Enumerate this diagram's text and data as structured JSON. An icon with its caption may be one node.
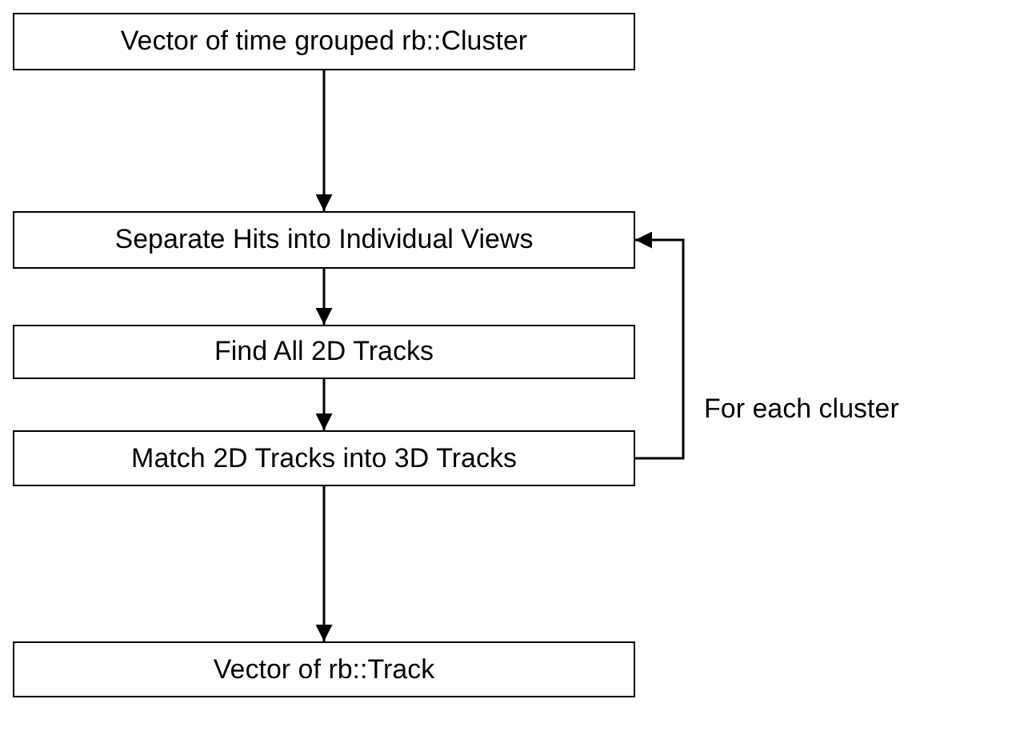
{
  "diagram": {
    "nodes": [
      {
        "text": [
          "Vector of time grouped rb::Cluster"
        ]
      },
      {
        "text": [
          "Separate Hits into Individual Views"
        ]
      },
      {
        "text": [
          "Find All 2D Tracks"
        ]
      },
      {
        "text": [
          "Match 2D Tracks into 3D Tracks"
        ]
      },
      {
        "text": [
          "Vector of rb::Track"
        ]
      }
    ],
    "edges": [
      {
        "from": 0,
        "to": 1,
        "arrow": "to"
      },
      {
        "from": 1,
        "to": 2,
        "arrow": "to"
      },
      {
        "from": 2,
        "to": 3,
        "arrow": "to"
      },
      {
        "from": 3,
        "to": 4,
        "arrow": "to"
      },
      {
        "from": 3,
        "to": 1,
        "arrow": "to",
        "label": "For each cluster"
      }
    ]
  }
}
